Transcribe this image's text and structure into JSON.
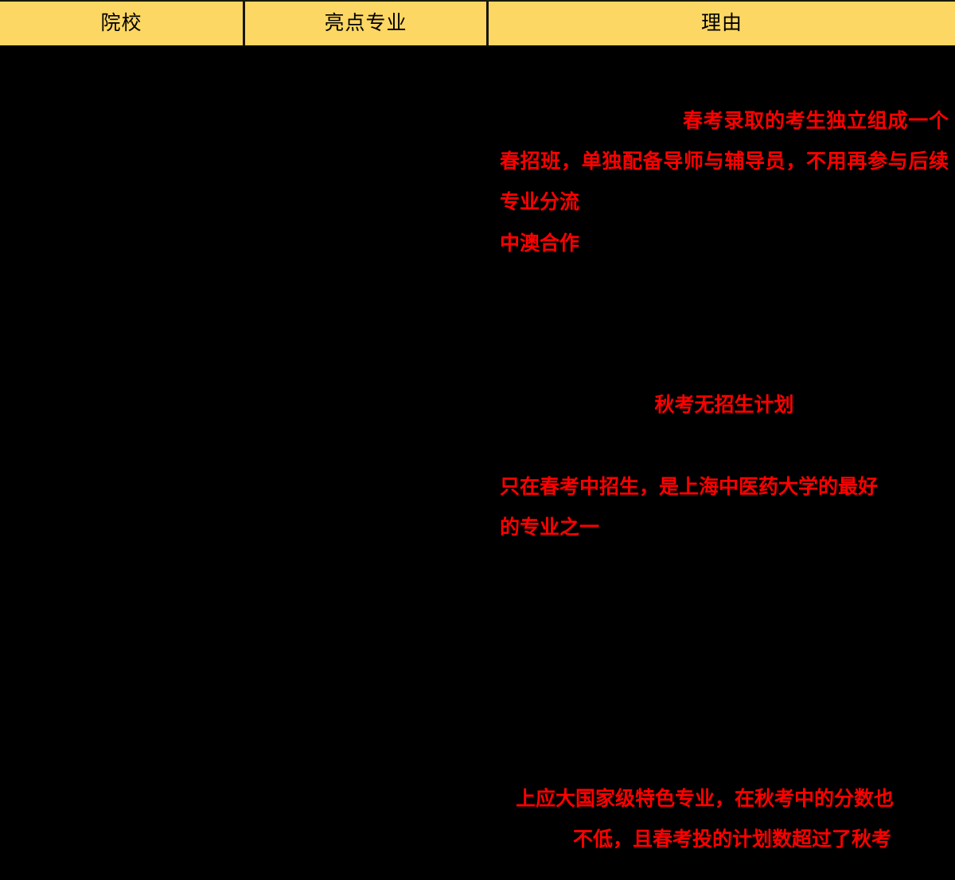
{
  "table": {
    "columns": [
      {
        "key": "school",
        "label": "院校"
      },
      {
        "key": "major",
        "label": "亮点专业"
      },
      {
        "key": "reason",
        "label": "理由"
      }
    ],
    "header_bg": "#FCD763",
    "header_fg": "#000000",
    "body_bg": "#000000",
    "reason_fg": "#FF0000",
    "reason_blocks": [
      {
        "id": "block-1",
        "text": "春考录取的考生独立组成一个春招班，单独配备导师与辅导员，不用再参与后续专业分流",
        "align": "justify"
      },
      {
        "id": "block-2",
        "text": "中澳合作",
        "align": "left"
      },
      {
        "id": "block-3",
        "text": "秋考无招生计划",
        "align": "center"
      },
      {
        "id": "block-4",
        "line1": "只在春考中招生，是上海中医药大学的最好",
        "line2": "的专业之一",
        "align": "justify"
      },
      {
        "id": "block-5",
        "line1": "上应大国家级特色专业，在秋考中的分数也",
        "line2": "不低，且春考投的计划数超过了秋考",
        "align": "justify"
      }
    ],
    "school_cells": [],
    "major_cells": []
  }
}
